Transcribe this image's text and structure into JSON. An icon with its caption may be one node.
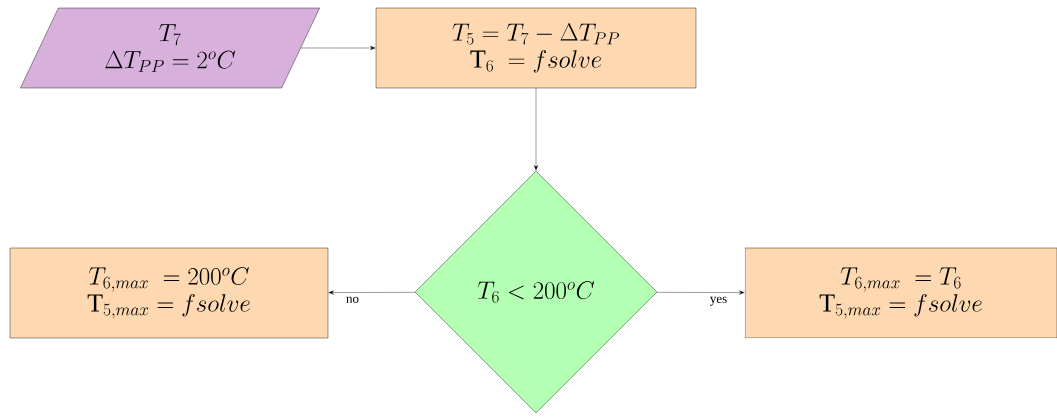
{
  "diagram": {
    "nodes": [
      {
        "text": [
          "T_7",
          "\\Delta T_{PP} = 2^oC"
        ]
      },
      {
        "text": [
          "T_5 = T_7 - \\Delta T_{PP}",
          "\\mathrm{T}_6\\ = fsolve"
        ]
      },
      {
        "text": [
          "T_6 < 200^oC"
        ]
      },
      {
        "text": [
          "T_{6,max}\\ = 200^oC",
          "\\mathrm{T}_{5,max} = fsolve"
        ]
      },
      {
        "text": [
          "T_{6,max}\\ = T_6",
          "\\mathrm{T}_{5,max} = fsolve"
        ]
      }
    ],
    "edges": [
      {
        "from": 0,
        "to": 1,
        "arrow": "to"
      },
      {
        "from": 1,
        "to": 2,
        "arrow": "to"
      },
      {
        "from": 2,
        "to": 3,
        "arrow": "to",
        "label": "no"
      },
      {
        "from": 2,
        "to": 4,
        "arrow": "to",
        "label": "yes"
      }
    ]
  }
}
